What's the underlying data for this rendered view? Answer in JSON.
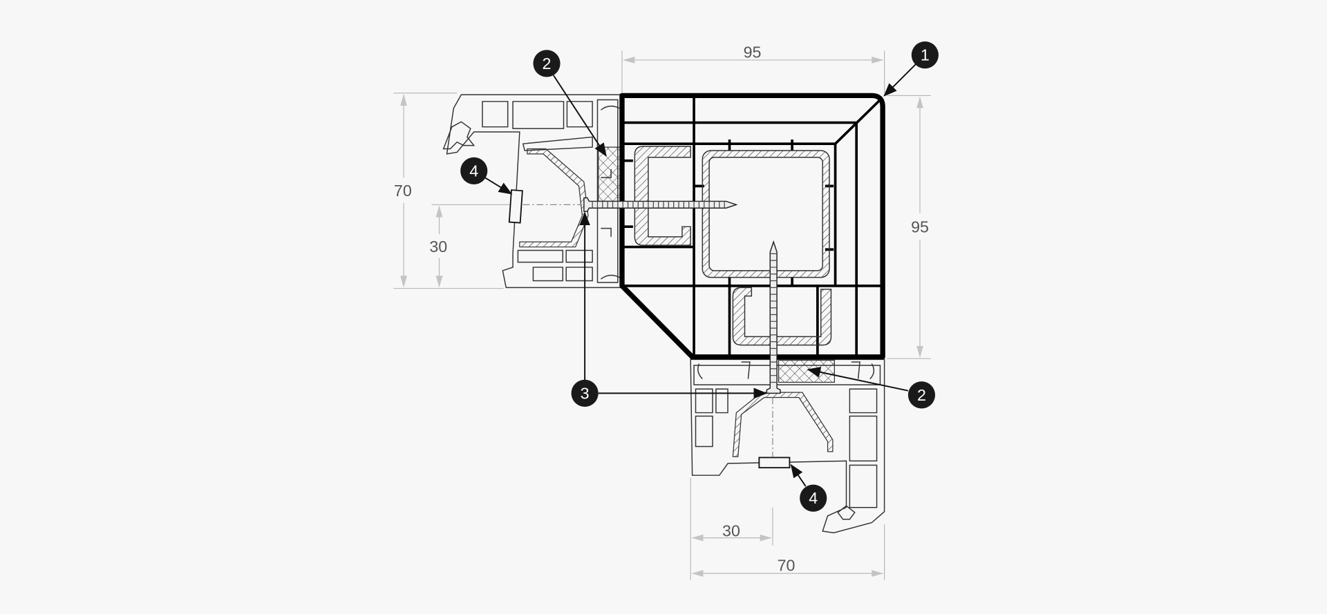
{
  "dimensions": {
    "top_width": "95",
    "right_height": "95",
    "left_height": "70",
    "left_offset": "30",
    "bottom_offset": "30",
    "bottom_width": "70"
  },
  "callouts": [
    "1",
    "2",
    "2",
    "3",
    "4",
    "4"
  ],
  "colors": {
    "background": "#f7f7f7",
    "line": "#000000",
    "dimension": "#b9b9b9",
    "callout": "#1a1a1a"
  }
}
